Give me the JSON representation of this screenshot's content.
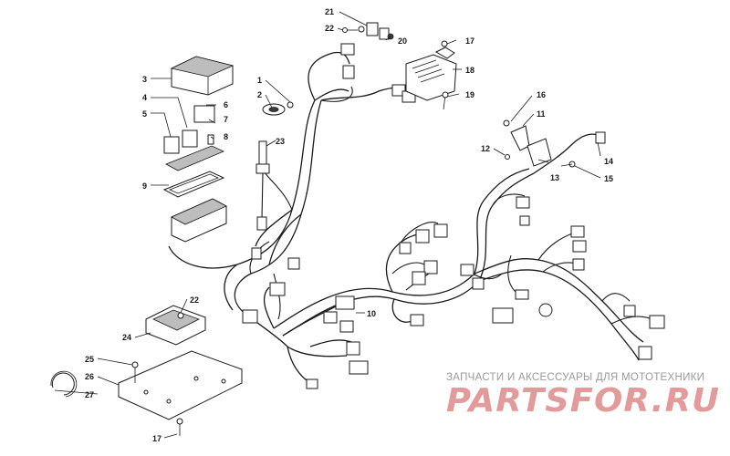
{
  "labels": [
    "1",
    "2",
    "3",
    "4",
    "5",
    "6",
    "7",
    "8",
    "9",
    "10",
    "11",
    "12",
    "13",
    "14",
    "15",
    "16",
    "17",
    "18",
    "19",
    "20",
    "21",
    "22",
    "23",
    "24",
    "25",
    "26",
    "27"
  ],
  "label_22b": "22",
  "label_17b": "17",
  "watermark": {
    "caption": "ЗАПЧАСТИ И АКСЕССУАРЫ ДЛЯ МОТОТЕХНИКИ",
    "brand": "PARTSFOR.RU"
  },
  "colors": {
    "line": "#1a1a1a",
    "watermark_caption": "#9a9a9a",
    "watermark_brand": "#e39a9a"
  }
}
